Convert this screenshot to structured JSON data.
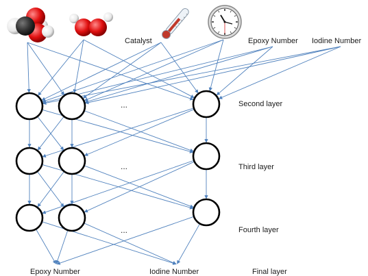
{
  "inputs": {
    "catalyst": "Catalyst",
    "epoxy_number": "Epoxy Number",
    "iodine_number": "Iodine Number",
    "icons": [
      "acid-molecule-icon",
      "peroxide-molecule-icon",
      "thermometer-icon",
      "clock-icon"
    ]
  },
  "layers": {
    "second": "Second layer",
    "third": "Third layer",
    "fourth": "Fourth layer",
    "final": "Final layer"
  },
  "ellipsis": "...",
  "outputs": {
    "epoxy_number": "Epoxy Number",
    "iodine_number": "Iodine Number"
  },
  "colors": {
    "edge": "#4f81bd",
    "oxygen": "#e01010",
    "carbon": "#333333",
    "hydrogen": "#f2f2f2"
  }
}
